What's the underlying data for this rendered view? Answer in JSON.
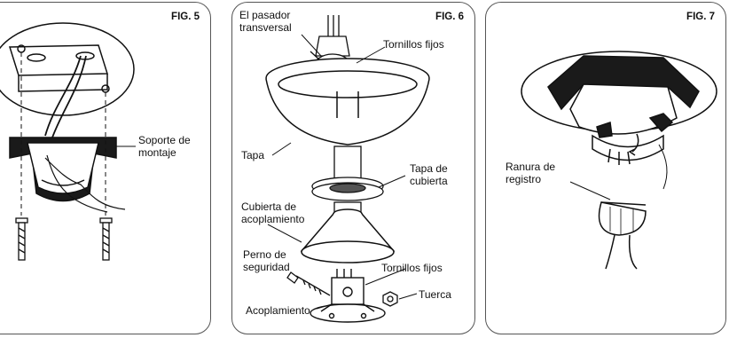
{
  "figures": [
    {
      "id": "fig5",
      "title": "FIG. 5",
      "labels": {
        "mounting_bracket": "Soporte de\nmontaje"
      }
    },
    {
      "id": "fig6",
      "title": "FIG. 6",
      "labels": {
        "cross_pin": "El pasador\ntransversal",
        "set_screws_top": "Tornillos fijos",
        "canopy": "Tapa",
        "coupling_cover_cap": "Tapa de\ncubierta",
        "coupling_cover": "Cubierta de\nacoplamiento",
        "safety_bolt": "Perno de\nseguridad",
        "set_screws_bottom": "Tornillos fijos",
        "nut": "Tuerca",
        "coupling": "Acoplamiento"
      }
    },
    {
      "id": "fig7",
      "title": "FIG. 7",
      "labels": {
        "registration_slot": "Ranura de\nregistro"
      }
    }
  ]
}
